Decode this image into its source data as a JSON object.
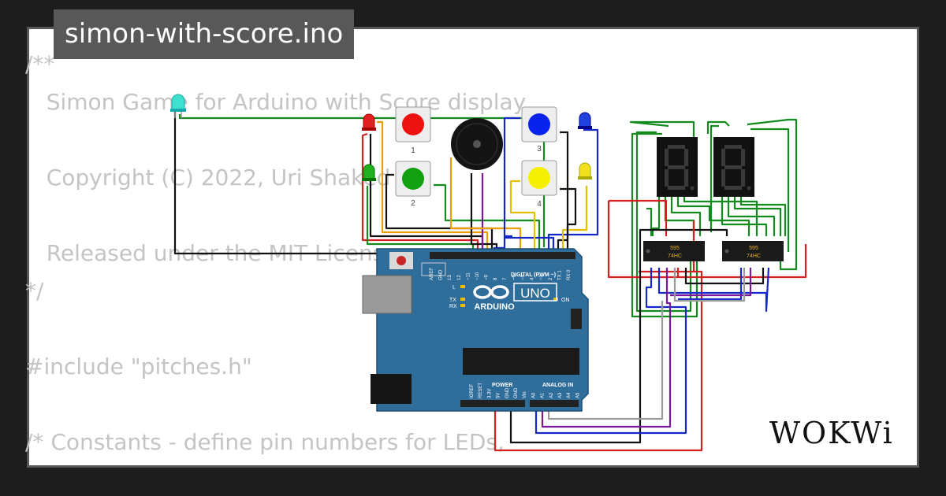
{
  "page": {
    "title": "simon-with-score.ino",
    "brand": "WOKWi"
  },
  "code_lines": [
    "/**",
    "   Simon Game for Arduino with Score display",
    "",
    "   Copyright (C) 2022, Uri Shaked",
    "",
    "   Released under the MIT License.",
    "*/",
    "",
    "#include \"pitches.h\"",
    "",
    "/* Constants - define pin numbers for LEDs,"
  ],
  "board": {
    "brand": "ARDUINO",
    "model": "UNO",
    "digital_label": "DIGITAL (PWM ~)",
    "power_label": "POWER",
    "analog_label": "ANALOG IN",
    "on_label": "ON",
    "l_label": "L",
    "tx_label": "TX",
    "rx_label": "RX",
    "top_pins": [
      "AREF",
      "GND",
      "13",
      "12",
      "~11",
      "~10",
      "~9",
      "8",
      "7",
      "~6",
      "~5",
      "4",
      "~3",
      "2",
      "TX 1",
      "RX 0"
    ],
    "bottom_pins": [
      "IOREF",
      "RESET",
      "3.3V",
      "5V",
      "GND",
      "GND",
      "Vin",
      "A0",
      "A1",
      "A2",
      "A3",
      "A4",
      "A5"
    ]
  },
  "components": {
    "button_labels": [
      "1",
      "2",
      "3",
      "4"
    ],
    "chip_label_top": "595",
    "chip_label_bottom": "74HC"
  },
  "colors": {
    "board": "#2f6d9b",
    "wire_green": "#138a1e",
    "wire_red": "#d42020",
    "wire_blue": "#1428c8",
    "wire_purple": "#7a1a9a",
    "wire_gray": "#9a9a9a",
    "wire_black": "#111111",
    "wire_orange": "#e8a000",
    "wire_yellow": "#e0c000"
  }
}
